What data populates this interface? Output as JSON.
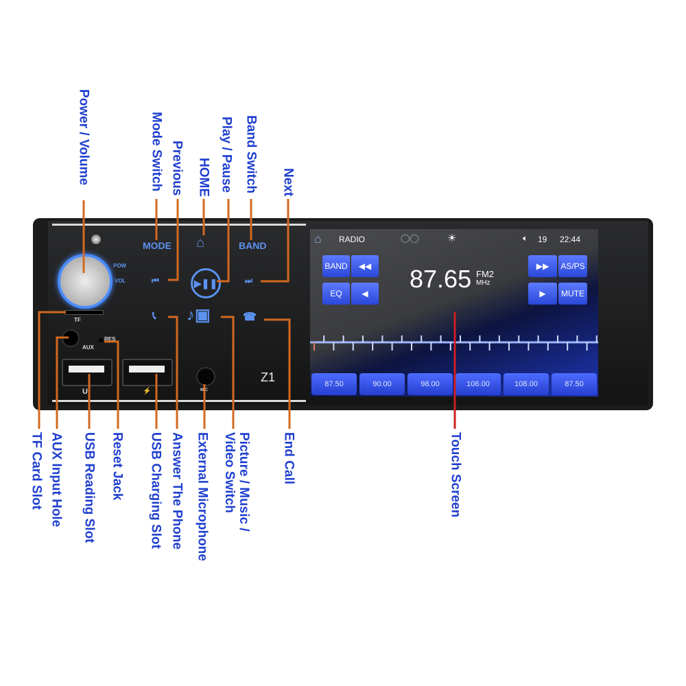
{
  "top_labels": [
    "Power / Volume",
    "Mode Switch",
    "Previous",
    "HOME",
    "Play / Pause",
    "Band Switch",
    "Next"
  ],
  "bottom_labels": [
    "TF Card Slot",
    "AUX Input Hole",
    "USB Reading Slot",
    "Reset Jack",
    "USB Charging Slot",
    "Answer The Phone",
    "External Microphone",
    "Picture / Music / Video Switch",
    "End Call",
    "Touch Screen"
  ],
  "faceplate": {
    "mode": "MODE",
    "band": "BAND",
    "pow": "POW",
    "vol": "VOL",
    "tf": "TF",
    "aux": "AUX",
    "res": "RES",
    "usb1": "U",
    "usb2": "⚡",
    "mic": "MIC",
    "model": "Z1"
  },
  "screen": {
    "source": "RADIO",
    "volume": "19",
    "time": "22:44",
    "frequency": "87.65",
    "band": "FM2",
    "unit": "MHz",
    "buttons": {
      "band": "BAND",
      "eq": "EQ",
      "asps": "AS/PS",
      "mute": "MUTE"
    },
    "presets": [
      "87.50",
      "90.00",
      "98.00",
      "106.00",
      "108.00",
      "87.50"
    ]
  },
  "colors": {
    "label": "#1f3fcf",
    "leader": "#d2691e",
    "touch_leader": "#cc1f1f",
    "accent": "#5c92f0"
  }
}
